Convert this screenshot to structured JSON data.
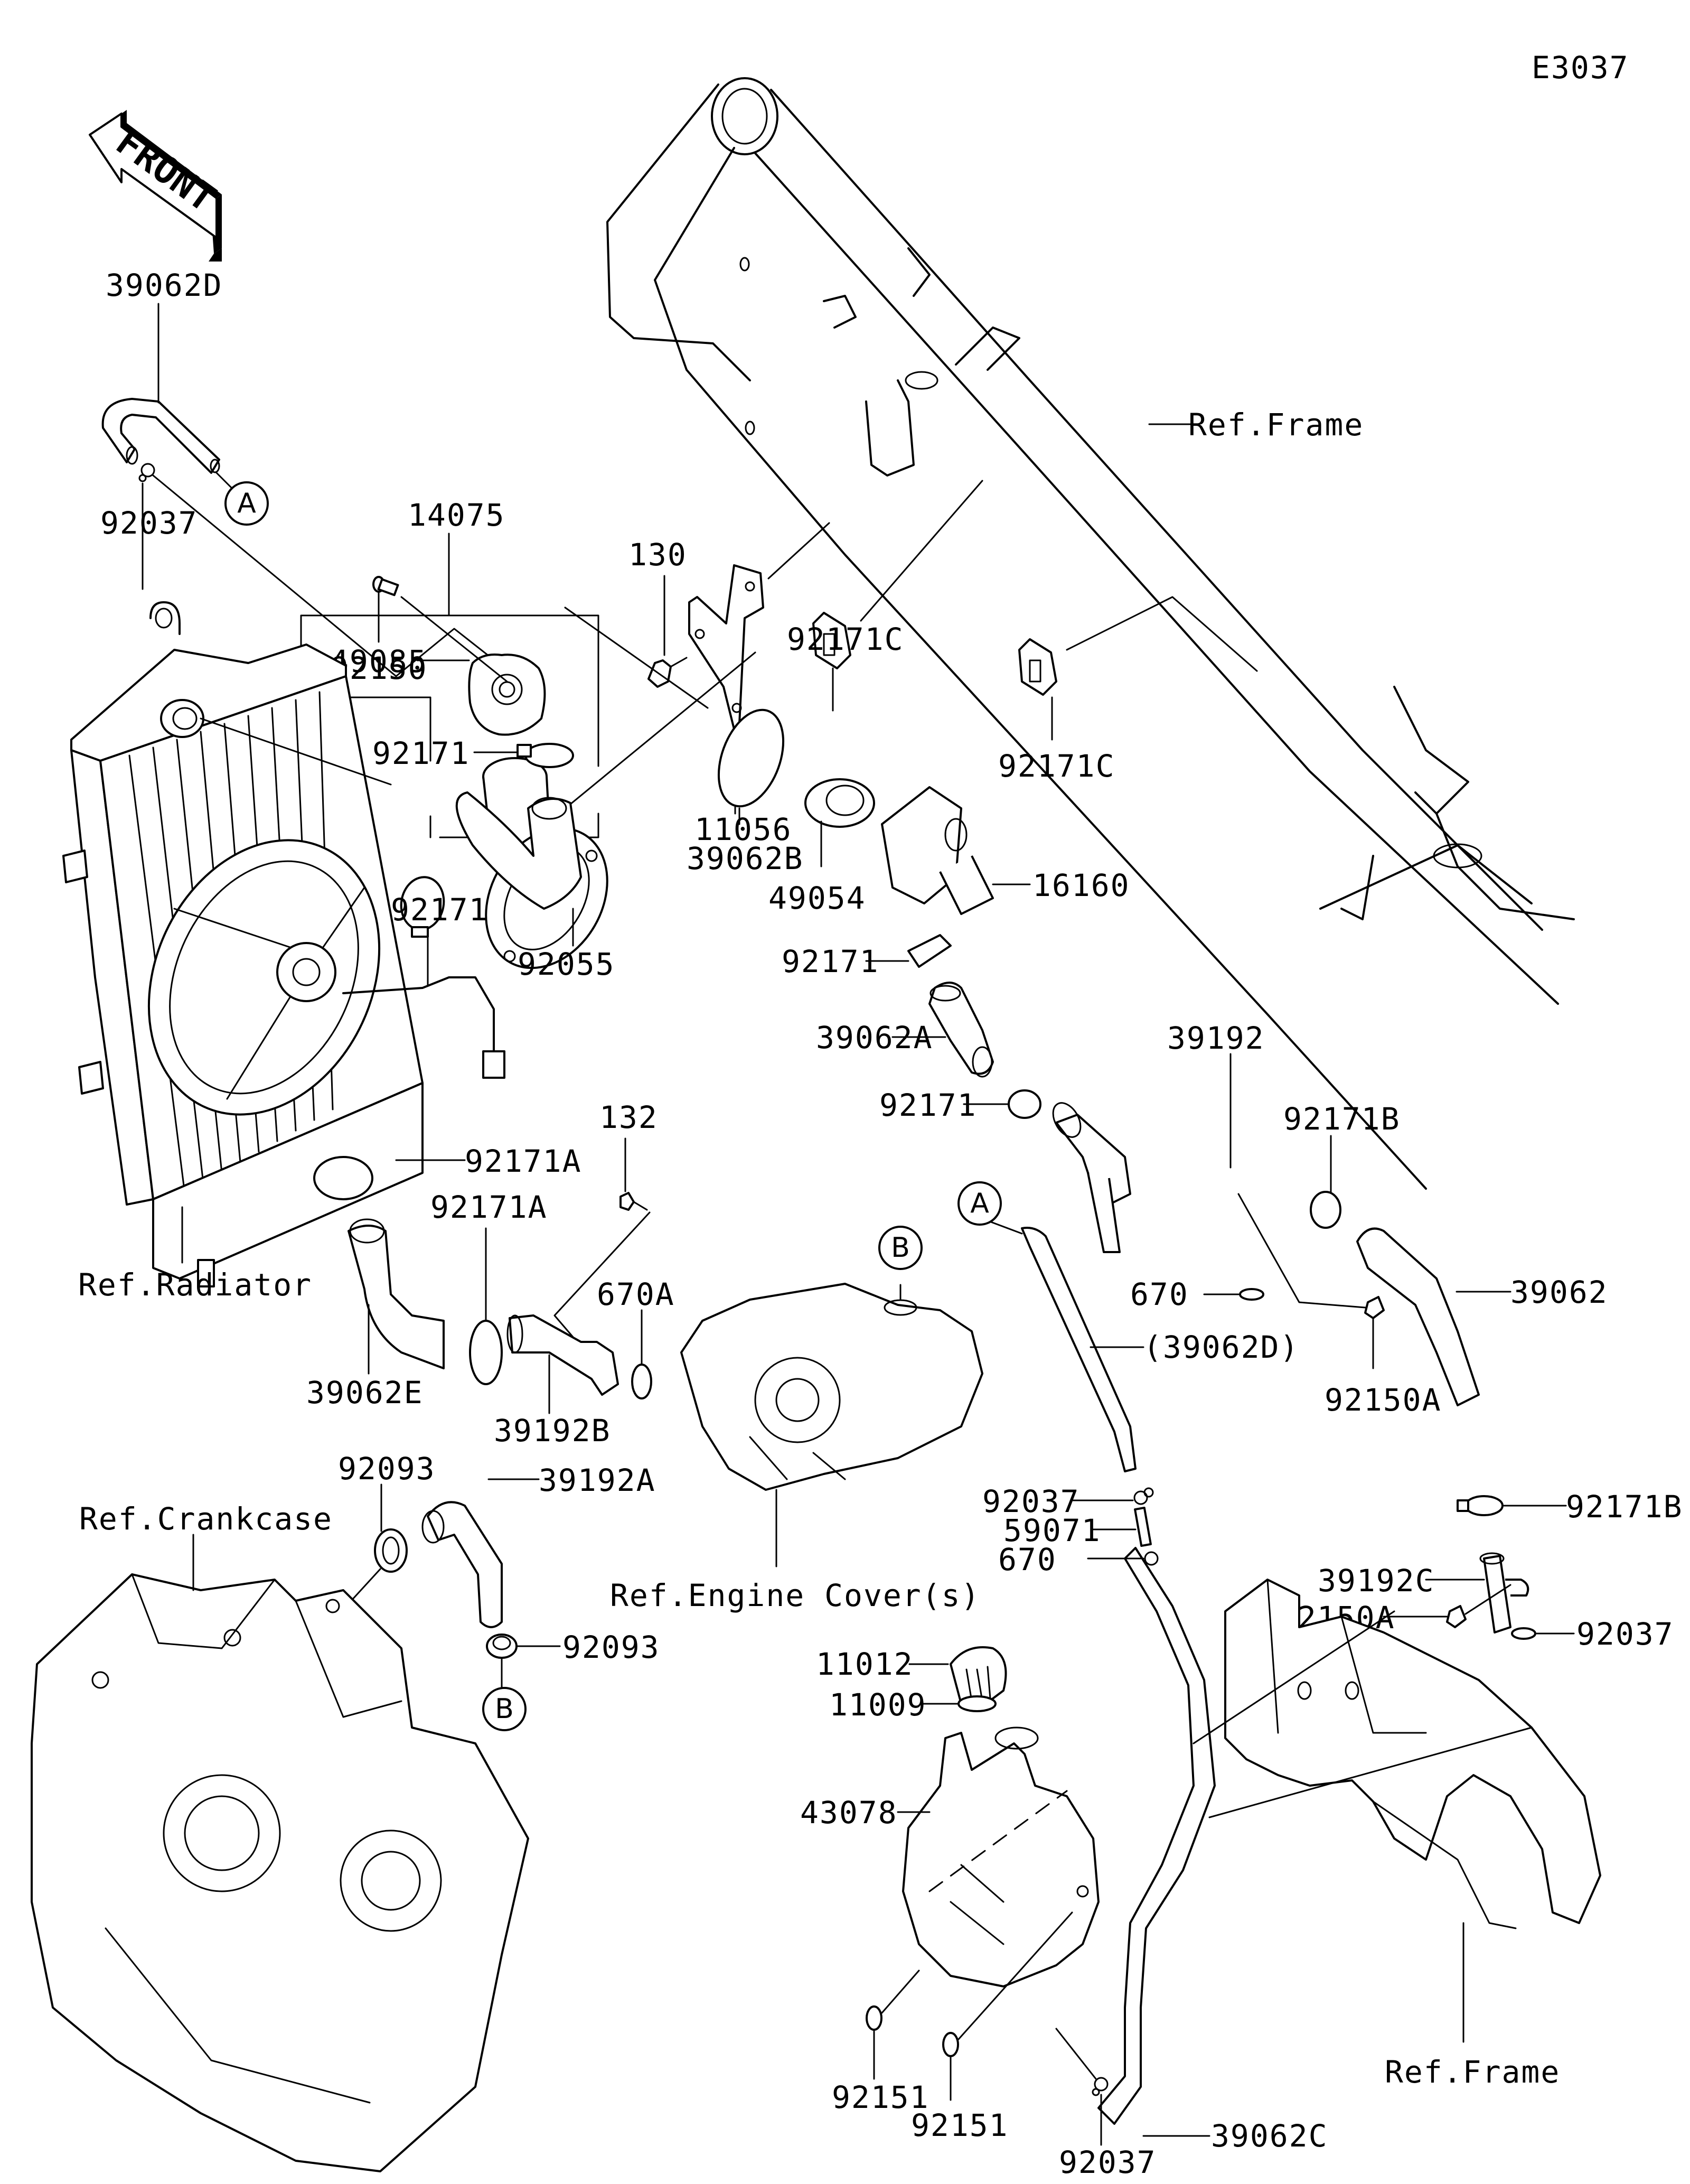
{
  "diagram": {
    "code": "E3037",
    "direction_label": "FRONT",
    "callouts": [
      {
        "id": "c-39062d",
        "text": "39062D"
      },
      {
        "id": "c-92037-a",
        "text": "92037"
      },
      {
        "id": "c-14075",
        "text": "14075"
      },
      {
        "id": "c-49085",
        "text": "49085"
      },
      {
        "id": "c-130",
        "text": "130"
      },
      {
        "id": "c-11056",
        "text": "11056"
      },
      {
        "id": "c-ref-frame-top",
        "text": "Ref.Frame"
      },
      {
        "id": "c-92171c-a",
        "text": "92171C"
      },
      {
        "id": "c-92171c-b",
        "text": "92171C"
      },
      {
        "id": "c-92150",
        "text": "92150"
      },
      {
        "id": "c-92171-a",
        "text": "92171"
      },
      {
        "id": "c-92171-b",
        "text": "92171"
      },
      {
        "id": "c-39062b",
        "text": "39062B"
      },
      {
        "id": "c-92055",
        "text": "92055"
      },
      {
        "id": "c-49054",
        "text": "49054"
      },
      {
        "id": "c-16160",
        "text": "16160"
      },
      {
        "id": "c-92171-c",
        "text": "92171"
      },
      {
        "id": "c-39062a",
        "text": "39062A"
      },
      {
        "id": "c-39192",
        "text": "39192"
      },
      {
        "id": "c-92171-d",
        "text": "92171"
      },
      {
        "id": "c-92171b-a",
        "text": "92171B"
      },
      {
        "id": "c-132",
        "text": "132"
      },
      {
        "id": "c-92171a-a",
        "text": "92171A"
      },
      {
        "id": "c-92171a-b",
        "text": "92171A"
      },
      {
        "id": "c-ref-radiator",
        "text": "Ref.Radiator"
      },
      {
        "id": "c-670a",
        "text": "670A"
      },
      {
        "id": "c-670-a",
        "text": "670"
      },
      {
        "id": "c-39062",
        "text": "39062"
      },
      {
        "id": "c-39062d-ref",
        "text": "(39062D)"
      },
      {
        "id": "c-39062e",
        "text": "39062E"
      },
      {
        "id": "c-39192b",
        "text": "39192B"
      },
      {
        "id": "c-92150a-a",
        "text": "92150A"
      },
      {
        "id": "c-92171b-b",
        "text": "92171B"
      },
      {
        "id": "c-39192c",
        "text": "39192C"
      },
      {
        "id": "c-92093-a",
        "text": "92093"
      },
      {
        "id": "c-39192a",
        "text": "39192A"
      },
      {
        "id": "c-ref-crankcase",
        "text": "Ref.Crankcase"
      },
      {
        "id": "c-92037-b",
        "text": "92037"
      },
      {
        "id": "c-59071",
        "text": "59071"
      },
      {
        "id": "c-92150a-b",
        "text": "92150A"
      },
      {
        "id": "c-670-b",
        "text": "670"
      },
      {
        "id": "c-92037-c",
        "text": "92037"
      },
      {
        "id": "c-ref-engine-cover",
        "text": "Ref.Engine Cover(s)"
      },
      {
        "id": "c-92093-b",
        "text": "92093"
      },
      {
        "id": "c-11012",
        "text": "11012"
      },
      {
        "id": "c-11009",
        "text": "11009"
      },
      {
        "id": "c-43078",
        "text": "43078"
      },
      {
        "id": "c-ref-frame-bottom",
        "text": "Ref.Frame"
      },
      {
        "id": "c-92151-a",
        "text": "92151"
      },
      {
        "id": "c-92151-b",
        "text": "92151"
      },
      {
        "id": "c-39062c",
        "text": "39062C"
      },
      {
        "id": "c-92037-d",
        "text": "92037"
      }
    ],
    "connectors": [
      {
        "id": "conn-a-top",
        "letter": "A"
      },
      {
        "id": "conn-a-mid",
        "letter": "A"
      },
      {
        "id": "conn-b-top",
        "letter": "B"
      },
      {
        "id": "conn-b-bottom",
        "letter": "B"
      }
    ]
  }
}
